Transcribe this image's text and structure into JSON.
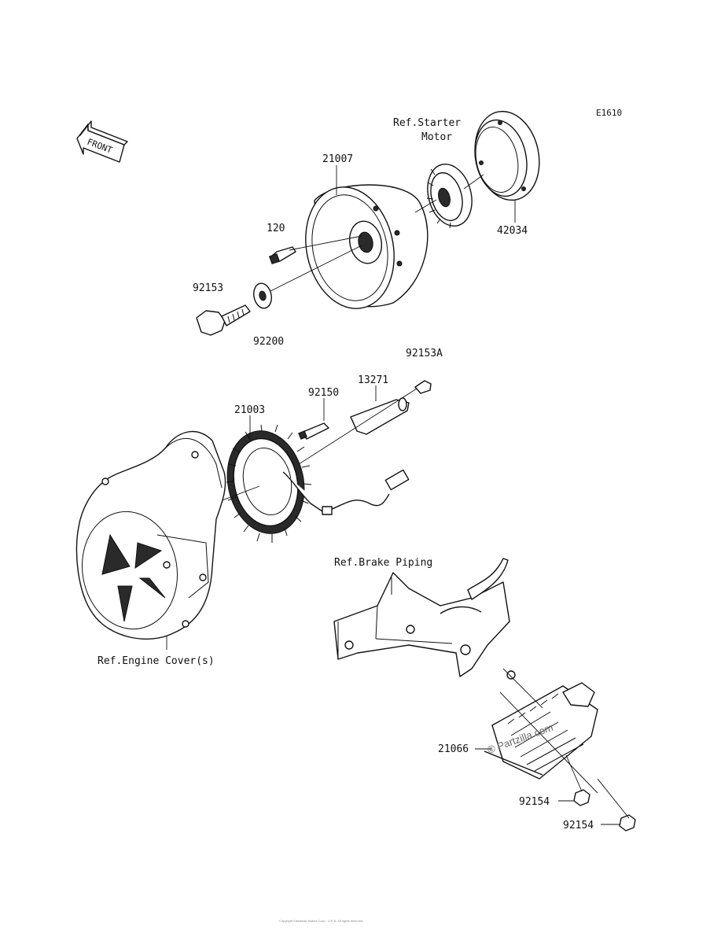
{
  "diagram_code": "E1610",
  "front_arrow_label": "FRONT",
  "labels": {
    "ref_starter_motor_1": "Ref.Starter",
    "ref_starter_motor_2": "Motor",
    "p21007": "21007",
    "p42034": "42034",
    "p120": "120",
    "p92153": "92153",
    "p92200": "92200",
    "p92153a": "92153A",
    "p13271": "13271",
    "p92150": "92150",
    "p21003": "21003",
    "ref_brake_piping": "Ref.Brake Piping",
    "ref_engine_cover": "Ref.Engine Cover(s)",
    "p21066": "21066",
    "p92154_a": "92154",
    "p92154_b": "92154"
  },
  "watermark": "© Partzilla.com",
  "footer": "Copyright Kawasaki Motors Corp., U.S.A. All rights reserved."
}
